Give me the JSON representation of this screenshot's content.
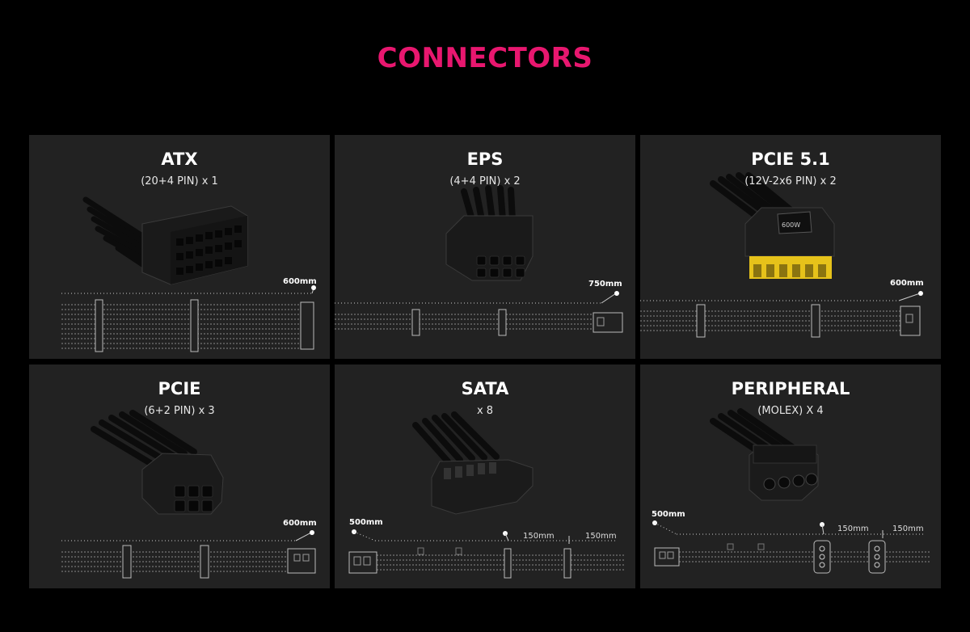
{
  "page": {
    "title": "CONNECTORS",
    "accent": "#e8176f",
    "card_bg": "#222222",
    "bg": "#000000"
  },
  "cards": [
    {
      "title": "ATX",
      "subtitle": "(20+4 PIN) x 1",
      "lengths": [
        "600mm"
      ]
    },
    {
      "title": "EPS",
      "subtitle": "(4+4 PIN) x 2",
      "lengths": [
        "750mm"
      ]
    },
    {
      "title": "PCIE 5.1",
      "subtitle": "(12V-2x6 PIN) x 2",
      "lengths": [
        "600mm"
      ],
      "connector_color": "#e6c21a",
      "connector_print": "600W"
    },
    {
      "title": "PCIE",
      "subtitle": "(6+2 PIN) x 3",
      "lengths": [
        "600mm"
      ]
    },
    {
      "title": "SATA",
      "subtitle": "x 8",
      "lengths": [
        "500mm",
        "150mm",
        "150mm"
      ]
    },
    {
      "title": "PERIPHERAL",
      "subtitle": "(MOLEX) X 4",
      "lengths": [
        "500mm",
        "150mm",
        "150mm"
      ]
    }
  ]
}
